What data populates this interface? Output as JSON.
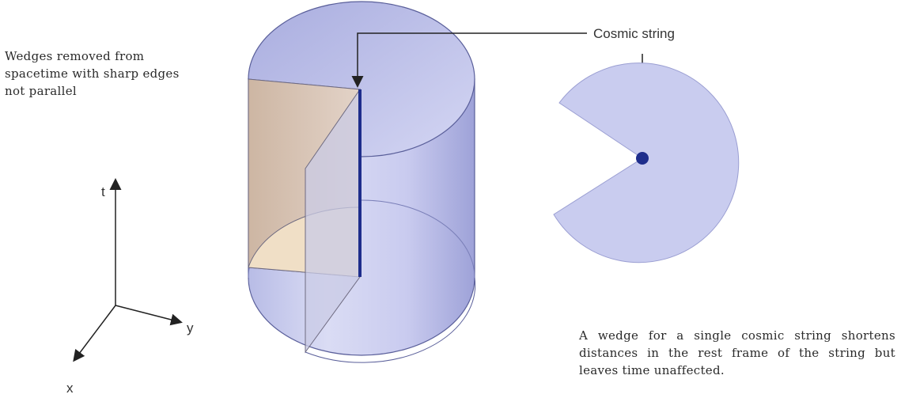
{
  "captions": {
    "left": "Wedges removed from spacetime with sharp edges not parallel",
    "right": "A wedge for a single cosmic string shortens distances in the rest frame of the string but leaves time unaffected."
  },
  "labels": {
    "cosmic_string": "Cosmic string",
    "axis_t": "t",
    "axis_y": "y",
    "axis_x": "x"
  },
  "colors": {
    "cylinder": "#c3c6ea",
    "cylinder_dark": "#8f93cf",
    "wedge_face": "#d8c2b0",
    "wedge_bottom": "#efdcc0",
    "string": "#1e2d8c",
    "disk": "#c9ccef"
  }
}
